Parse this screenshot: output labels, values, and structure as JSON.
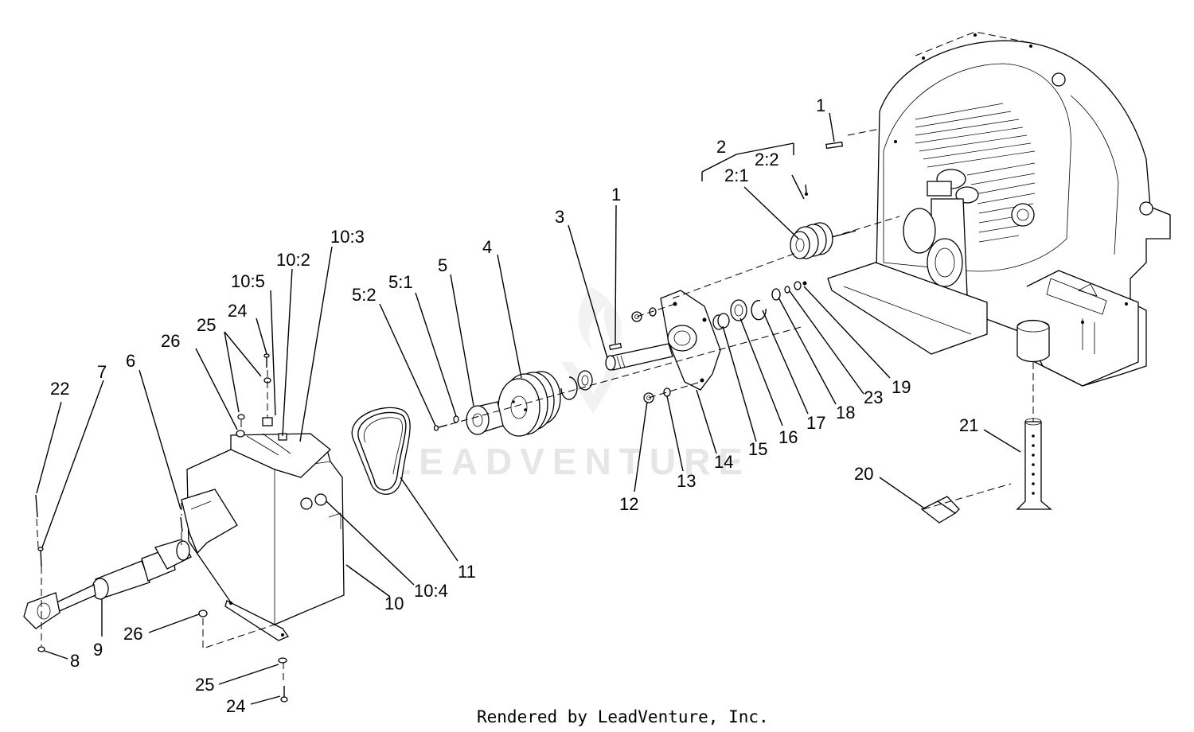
{
  "footer": "Rendered by LeadVenture, Inc.",
  "watermark": "LEADVENTURE",
  "callouts": [
    "1",
    "2",
    "2:2",
    "2:1",
    "1",
    "3",
    "4",
    "5",
    "5:1",
    "5:2",
    "10:3",
    "10:2",
    "10:5",
    "24",
    "25",
    "26",
    "6",
    "7",
    "22",
    "19",
    "23",
    "18",
    "17",
    "16",
    "15",
    "14",
    "13",
    "12",
    "11",
    "10:4",
    "10",
    "9",
    "8",
    "26",
    "25",
    "24",
    "21",
    "20"
  ]
}
